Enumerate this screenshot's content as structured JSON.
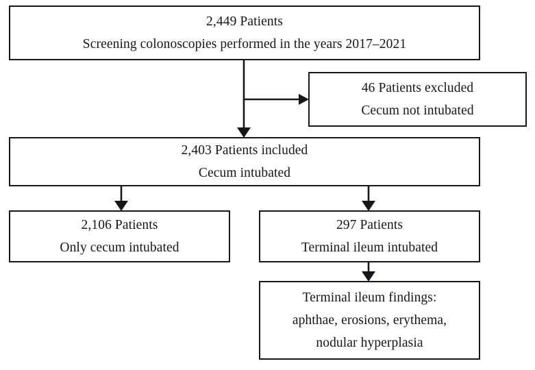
{
  "figure": {
    "type": "flowchart",
    "orientation": "top-down",
    "background_color": "#ffffff",
    "line_color": "#16171b",
    "text_color": "#15161a"
  },
  "nodes": [
    {
      "id": "total",
      "name": "total-patients-box",
      "lines": [
        "2,449 Patients",
        "Screening colonoscopies performed in the years 2017–2021"
      ]
    },
    {
      "id": "excluded",
      "name": "excluded-patients-box",
      "lines": [
        "46 Patients excluded",
        "Cecum not intubated"
      ]
    },
    {
      "id": "included",
      "name": "included-patients-box",
      "lines": [
        "2,403 Patients included",
        "Cecum intubated"
      ]
    },
    {
      "id": "cecum_only",
      "name": "cecum-only-box",
      "lines": [
        "2,106 Patients",
        "Only cecum intubated"
      ]
    },
    {
      "id": "ileum",
      "name": "terminal-ileum-intubated-box",
      "lines": [
        "297 Patients",
        "Terminal ileum intubated"
      ]
    },
    {
      "id": "findings",
      "name": "terminal-ileum-findings-box",
      "lines": [
        "Terminal ileum findings:",
        "aphthae, erosions, erythema,",
        "nodular hyperplasia"
      ]
    }
  ],
  "edges": [
    {
      "id": "e1",
      "name": "edge-total-to-included",
      "from": "total",
      "to": "included",
      "direction": "down"
    },
    {
      "id": "e2",
      "name": "edge-total-to-excluded",
      "from": "total",
      "to": "excluded",
      "direction": "right"
    },
    {
      "id": "e3",
      "name": "edge-included-to-cecum-only",
      "from": "included",
      "to": "cecum_only",
      "direction": "down"
    },
    {
      "id": "e4",
      "name": "edge-included-to-ileum",
      "from": "included",
      "to": "ileum",
      "direction": "down"
    },
    {
      "id": "e5",
      "name": "edge-ileum-to-findings",
      "from": "ileum",
      "to": "findings",
      "direction": "down"
    }
  ]
}
